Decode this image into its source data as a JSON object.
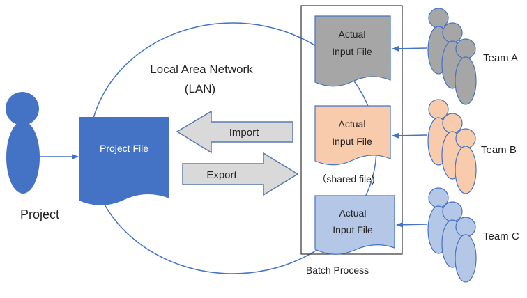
{
  "network": {
    "label_line1": "Local Area Network",
    "label_line2": "(LAN)"
  },
  "project": {
    "label": "Project",
    "file_label": "Project File"
  },
  "arrows": {
    "import_label": "Import",
    "export_label": "Export"
  },
  "batch": {
    "label": "Batch Process",
    "files": [
      {
        "line1": "Actual",
        "line2": "Input File",
        "fill": "#a6a6a6"
      },
      {
        "line1": "Actual",
        "line2": "Input File",
        "fill": "#f8cbad"
      },
      {
        "line1": "Actual",
        "line2": "Input File",
        "fill": "#b4c7e7"
      }
    ],
    "shared_note": "（shared file)"
  },
  "teams": [
    {
      "label": "Team A",
      "fill": "#a6a6a6"
    },
    {
      "label": "Team B",
      "fill": "#f8cbad"
    },
    {
      "label": "Team C",
      "fill": "#b4c7e7"
    }
  ],
  "colors": {
    "line": "#4472c4",
    "project_blue": "#4472c4",
    "arrow_fill": "#d9d9d9",
    "arrow_stroke": "#5b7aaa"
  }
}
